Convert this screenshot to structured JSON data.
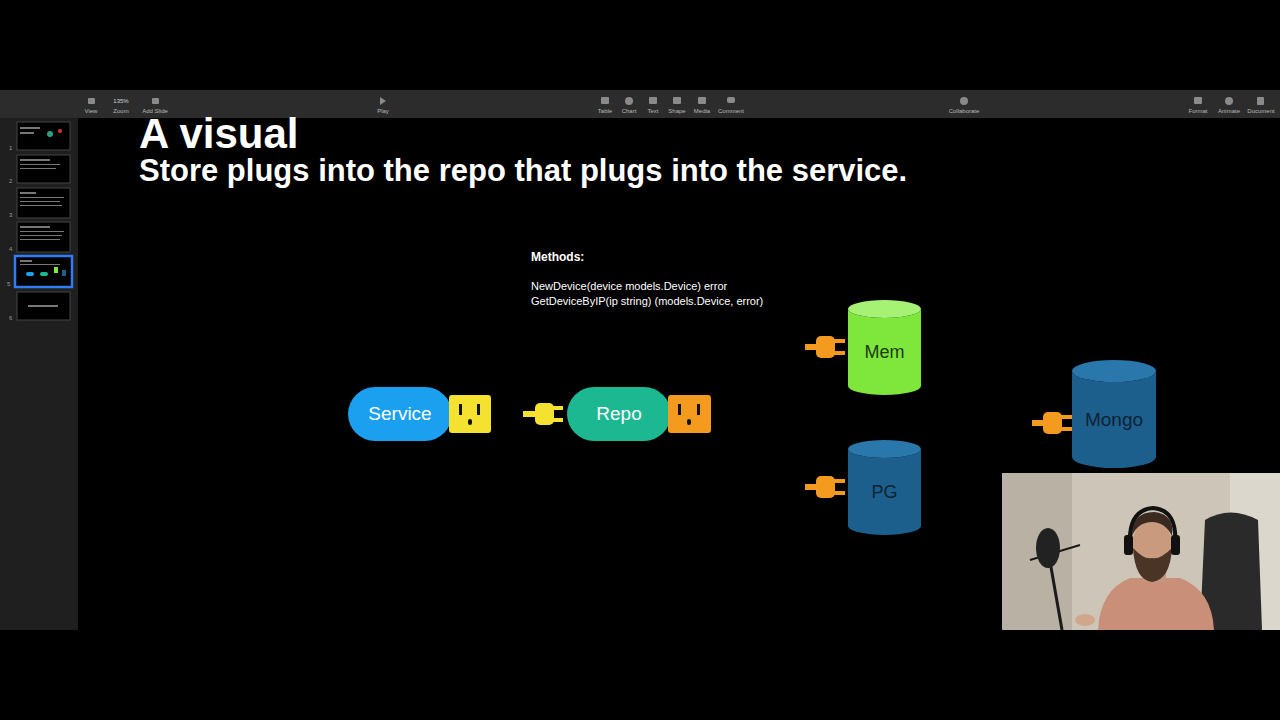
{
  "diagram": {
    "title": "A visual",
    "nodes": [
      {
        "text": [
          "Service"
        ]
      },
      {
        "text": [
          "Repo"
        ]
      },
      {
        "text": [
          "Mem"
        ]
      },
      {
        "text": [
          "PG"
        ]
      },
      {
        "text": [
          "Mongo"
        ]
      }
    ],
    "labels": [
      "Store plugs into the repo that plugs into the service.",
      "Methods:",
      "NewDevice(device models.Device) error",
      "GetDeviceByIP(ip string) (models.Device, error)",
      "135%",
      "View",
      "Zoom",
      "Add Slide",
      "Play",
      "Table",
      "Chart",
      "Text",
      "Shape",
      "Media",
      "Comment",
      "Collaborate",
      "Format",
      "Animate",
      "Document",
      "1",
      "2",
      "3",
      "4",
      "5",
      "6"
    ]
  }
}
